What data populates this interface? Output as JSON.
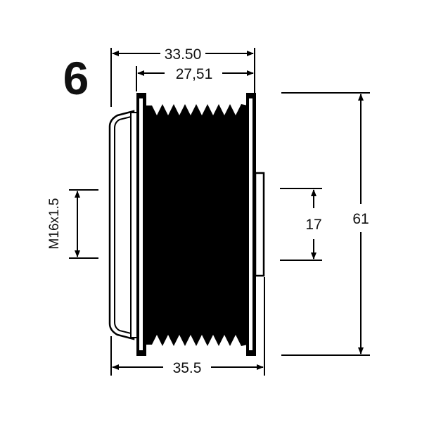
{
  "drawing": {
    "groove_count": "6",
    "dimensions": {
      "overall_width": "33.50",
      "groove_width": "27,51",
      "thread": "M16x1.5",
      "bore": "17",
      "diameter": "61",
      "total_length": "35.5"
    }
  },
  "colors": {
    "ink": "#000000",
    "background": "#ffffff"
  }
}
